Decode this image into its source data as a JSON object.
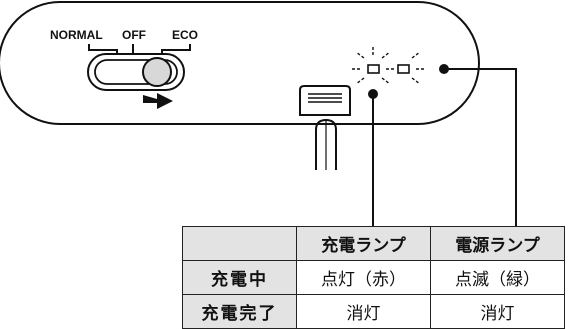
{
  "switch": {
    "positions": [
      "NORMAL",
      "OFF",
      "ECO"
    ],
    "selected": "ECO"
  },
  "indicators": [
    {
      "name": "充電ランプ",
      "state": "点灯",
      "color": "#111111"
    },
    {
      "name": "電源ランプ",
      "state": "点滅",
      "color": "#111111"
    }
  ],
  "table": {
    "header": [
      "",
      "充電ランプ",
      "電源ランプ"
    ],
    "rows": [
      {
        "label": "充電中",
        "values": [
          "点灯（赤）",
          "点滅（緑）"
        ]
      },
      {
        "label": "充電完了",
        "values": [
          "消灯",
          "消灯"
        ]
      }
    ]
  }
}
